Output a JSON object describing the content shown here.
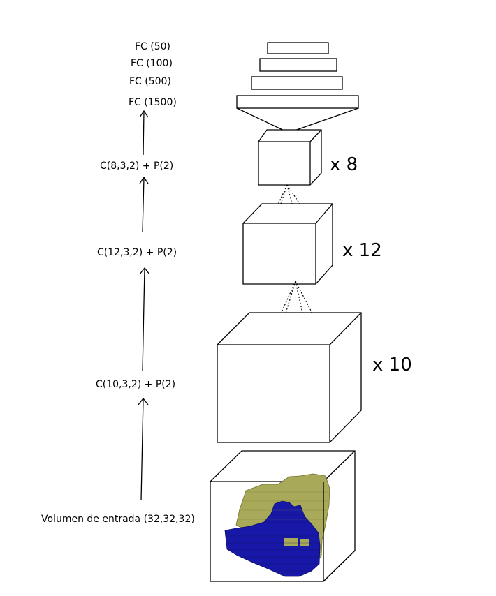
{
  "fc_layers": [
    {
      "label": "FC (50)"
    },
    {
      "label": "FC (100)"
    },
    {
      "label": "FC (500)"
    },
    {
      "label": "FC (1500)"
    }
  ],
  "conv_layers": [
    {
      "label": "C(8,3,2) + P(2)",
      "multiplier": "x 8"
    },
    {
      "label": "C(12,3,2) + P(2)",
      "multiplier": "x 12"
    },
    {
      "label": "C(10,3,2) + P(2)",
      "multiplier": "x 10"
    }
  ],
  "input_volume": {
    "label": "Volumen de entrada (32,32,32)",
    "colors": {
      "outer_shape": "#a9a95a",
      "inner_shape": "#1818a8"
    }
  }
}
